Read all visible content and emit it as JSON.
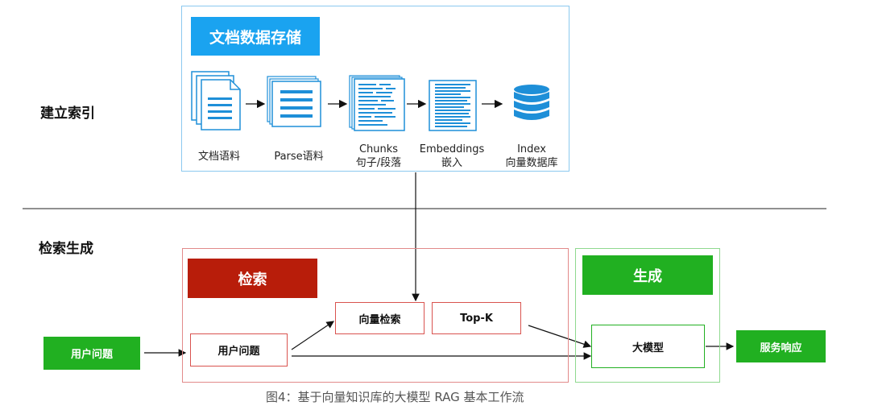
{
  "sections": {
    "index": "建立索引",
    "retrieve_generate": "检索生成"
  },
  "doc_store": {
    "title": "文档数据存储",
    "steps": [
      {
        "line1": "文档语料",
        "line2": "",
        "icon": "documents-icon"
      },
      {
        "line1": "Parse语料",
        "line2": "",
        "icon": "parsed-document-icon"
      },
      {
        "line1": "Chunks",
        "line2": "句子/段落",
        "icon": "chunks-icon"
      },
      {
        "line1": "Embeddings",
        "line2": "嵌入",
        "icon": "embeddings-icon"
      },
      {
        "line1": "Index",
        "line2": "向量数据库",
        "icon": "database-icon"
      }
    ]
  },
  "retrieval": {
    "title": "检索",
    "vector_search": "向量检索",
    "topk": "Top-K",
    "user_query": "用户问题"
  },
  "generation": {
    "title": "生成",
    "llm": "大模型"
  },
  "input_label": "用户问题",
  "output_label": "服务响应",
  "caption": "图4：基于向量知识库的大模型 RAG 基本工作流",
  "colors": {
    "blue": "#1aa3f0",
    "dark_red": "#b81d0a",
    "green": "#21b021",
    "red_border": "#e28a8a",
    "green_border": "#8fd98f",
    "blue_border": "#8cc9ef"
  }
}
